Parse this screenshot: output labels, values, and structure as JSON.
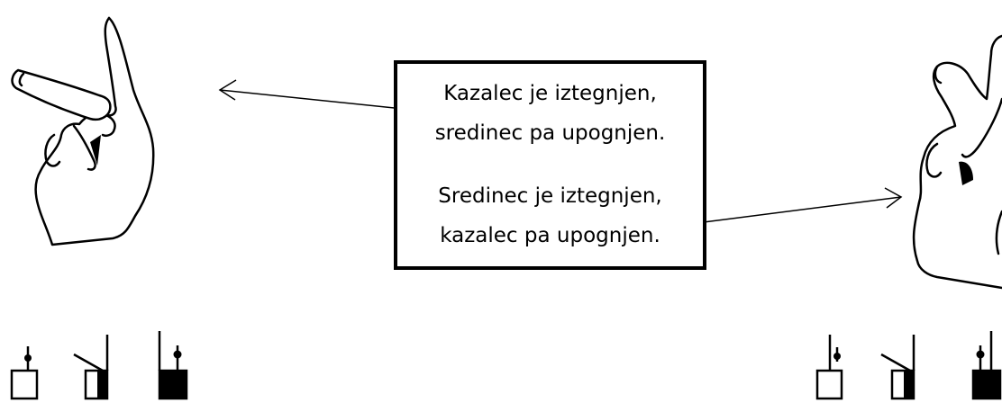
{
  "callout": {
    "lines": [
      "Kazalec je iztegnjen,",
      "sredinec pa upognjen.",
      "Sredinec je iztegnjen,",
      "kazalec pa upognjen."
    ]
  },
  "colors": {
    "ink": "#000000",
    "paper": "#ffffff"
  },
  "figures": {
    "left_hand": "hand-index-extended-icon",
    "right_hand": "hand-middle-extended-icon"
  },
  "notation": {
    "left_symbols": [
      "finger-up-open-square-symbol",
      "finger-bent-half-square-symbol",
      "finger-up-filled-square-symbol"
    ],
    "right_symbols": [
      "finger-up-open-square-symbol",
      "finger-bent-half-square-symbol",
      "finger-up-filled-square-symbol"
    ]
  }
}
